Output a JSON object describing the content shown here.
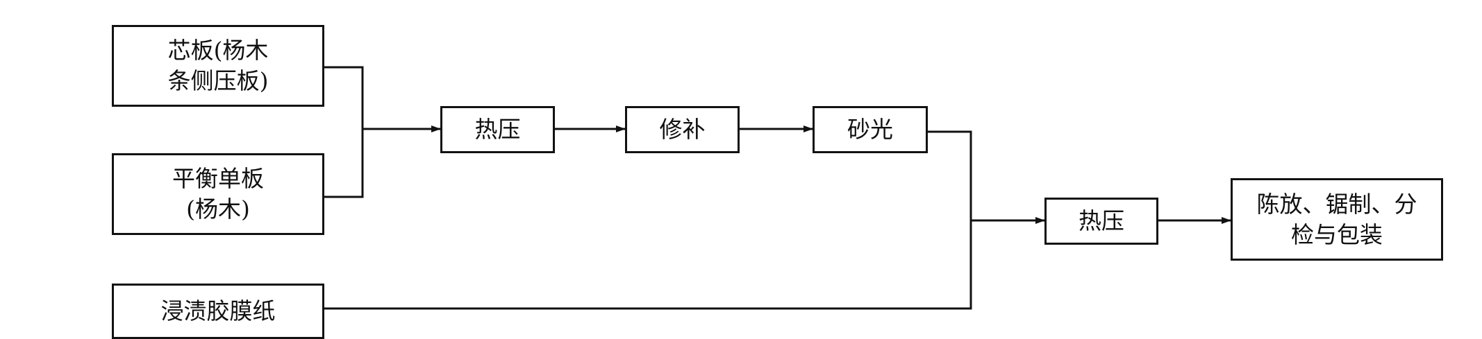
{
  "nodes": {
    "core_board": "芯板(杨木\n条侧压板)",
    "balance_veneer": "平衡单板\n(杨木)",
    "paper": "浸渍胶膜纸",
    "hot_press_1": "热压",
    "repair": "修补",
    "sanding": "砂光",
    "hot_press_2": "热压",
    "final": "陈放、锯制、分\n检与包装"
  },
  "colors": {
    "line": "#111111"
  }
}
